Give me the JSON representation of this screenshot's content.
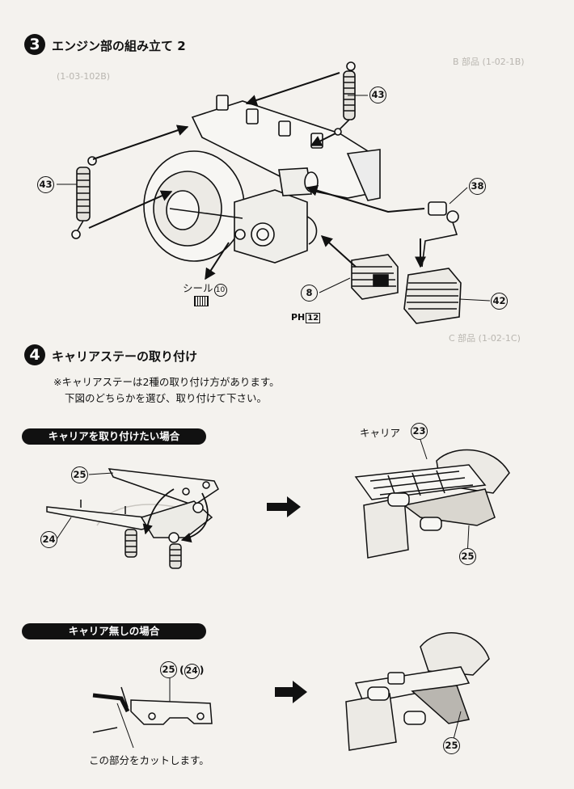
{
  "step3": {
    "number": "3",
    "title": "エンジン部の組み立て 2"
  },
  "step4": {
    "number": "4",
    "title": "キャリアステーの取り付け",
    "note_line1": "※キャリアステーは2種の取り付け方があります。",
    "note_line2": "下図のどちらかを選び、取り付けて下さい。"
  },
  "parts": {
    "p43a": "43",
    "p43b": "43",
    "p38": "38",
    "p8": "8",
    "p42": "42",
    "p25a": "25",
    "p24a": "24",
    "p23": "23",
    "p25b": "25",
    "p25c": "25",
    "p24b": "24",
    "p25d": "25"
  },
  "labels": {
    "seal": "シール",
    "seal_num": "10",
    "ph": "PH",
    "ph_num": "12",
    "carrier": "キャリア",
    "cut_note": "この部分をカットします。"
  },
  "sections": {
    "with_carrier": "キャリアを取り付けたい場合",
    "without_carrier": "キャリア無しの場合"
  }
}
